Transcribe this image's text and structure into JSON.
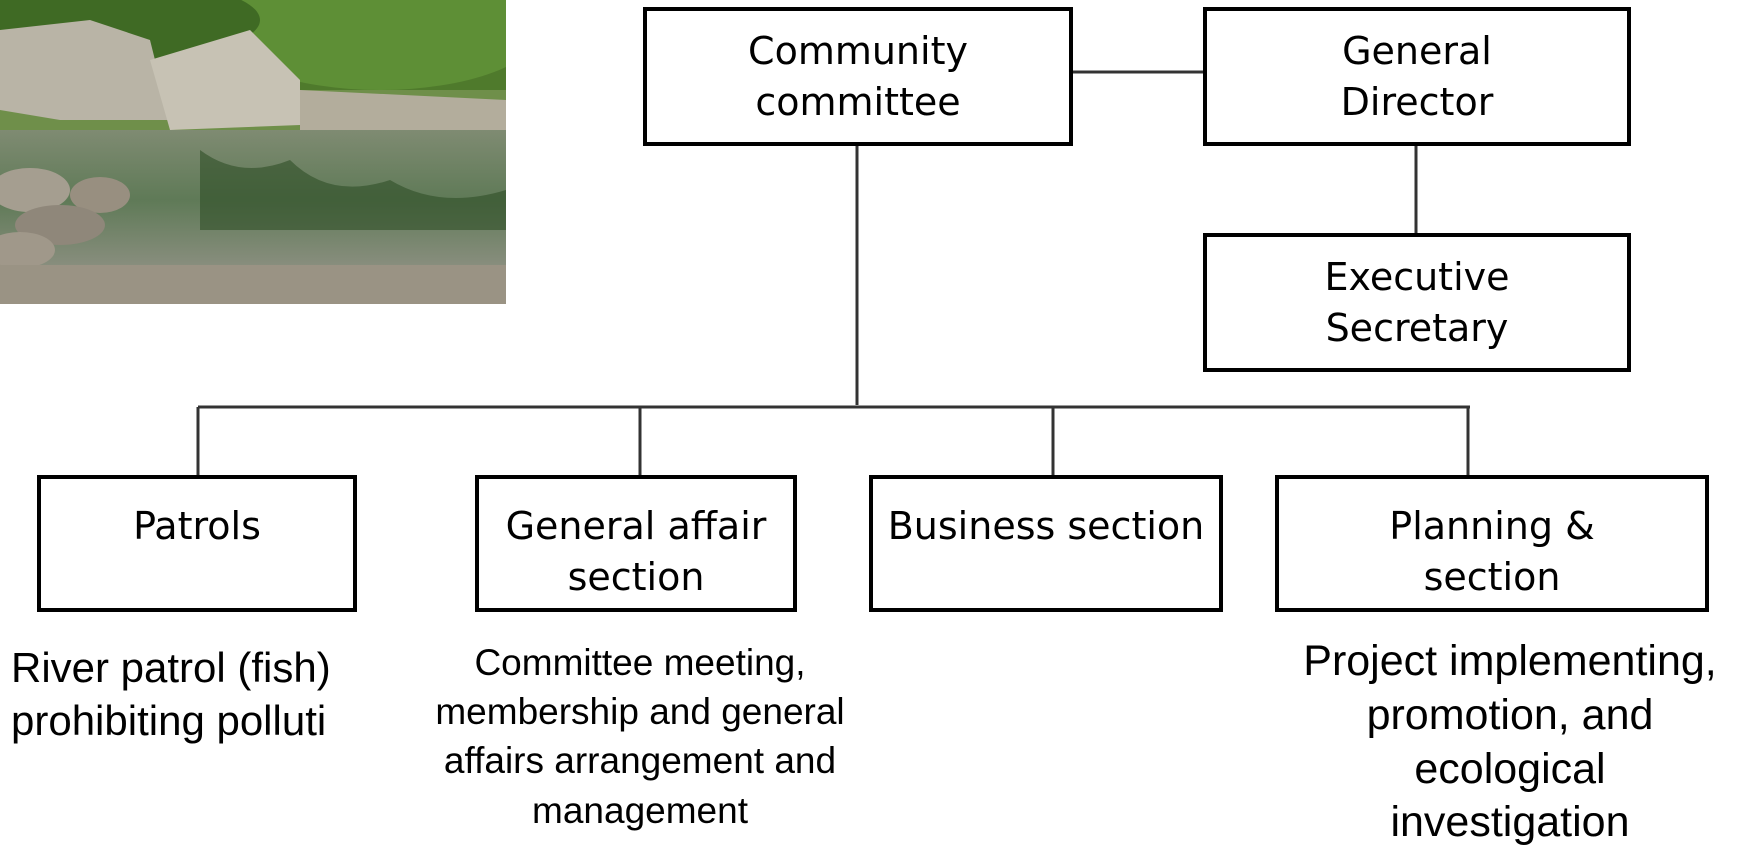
{
  "photo": {
    "subject": "river-landscape-photo"
  },
  "org": {
    "community_committee": [
      "Community",
      "committee"
    ],
    "general_director": [
      "General",
      "Director"
    ],
    "executive_secretary": [
      "Executive",
      "Secretary"
    ],
    "patrols": [
      "Patrols"
    ],
    "general_affair": [
      "General affair",
      "section"
    ],
    "business": [
      "Business section"
    ],
    "planning": [
      "Planning &",
      "section"
    ]
  },
  "descriptions": {
    "patrols": [
      "River patrol (fish)",
      "prohibiting polluti"
    ],
    "general_affair": [
      "Committee meeting,",
      "membership and general",
      "affairs arrangement and",
      "management"
    ],
    "planning": [
      "Project implementing,",
      "promotion, and",
      "ecological",
      "investigation"
    ]
  }
}
